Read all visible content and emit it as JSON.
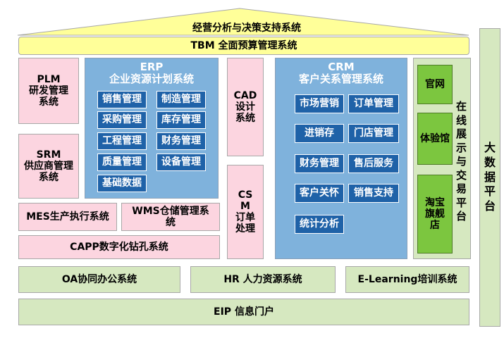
{
  "roof": "经营分析与决策支持系统",
  "tbm": "TBM 全面预算管理系统",
  "plm": {
    "title": "PLM",
    "sub": "研发管理系统"
  },
  "srm": {
    "title": "SRM",
    "sub": "供应商管理系统"
  },
  "erp": {
    "title": "ERP",
    "sub": "企业资源计划系统",
    "modules": [
      "销售管理",
      "制造管理",
      "采购管理",
      "库存管理",
      "工程管理",
      "财务管理",
      "质量管理",
      "设备管理",
      "基础数据"
    ]
  },
  "cad": {
    "title": "CAD",
    "sub": "设计系统"
  },
  "csm": {
    "title": "CSM",
    "sub": "订单处理"
  },
  "crm": {
    "title": "CRM",
    "sub": "客户关系管理系统",
    "modules": [
      "市场营销",
      "订单管理",
      "进销存",
      "门店管理",
      "财务管理",
      "售后服务",
      "客户关怀",
      "销售支持",
      "统计分析"
    ]
  },
  "online": {
    "label": "在线展示与交易平台",
    "items": [
      "官网",
      "体验馆",
      "淘宝旗舰店"
    ]
  },
  "bigdata": "大数据平台",
  "mes": "MES生产执行系统",
  "wms": "WMS仓储管理系统",
  "capp": "CAPP数字化钻孔系统",
  "oa": "OA协同办公系统",
  "hr": "HR 人力资源系统",
  "elearning": "E-Learning培训系统",
  "eip": "EIP 信息门户"
}
